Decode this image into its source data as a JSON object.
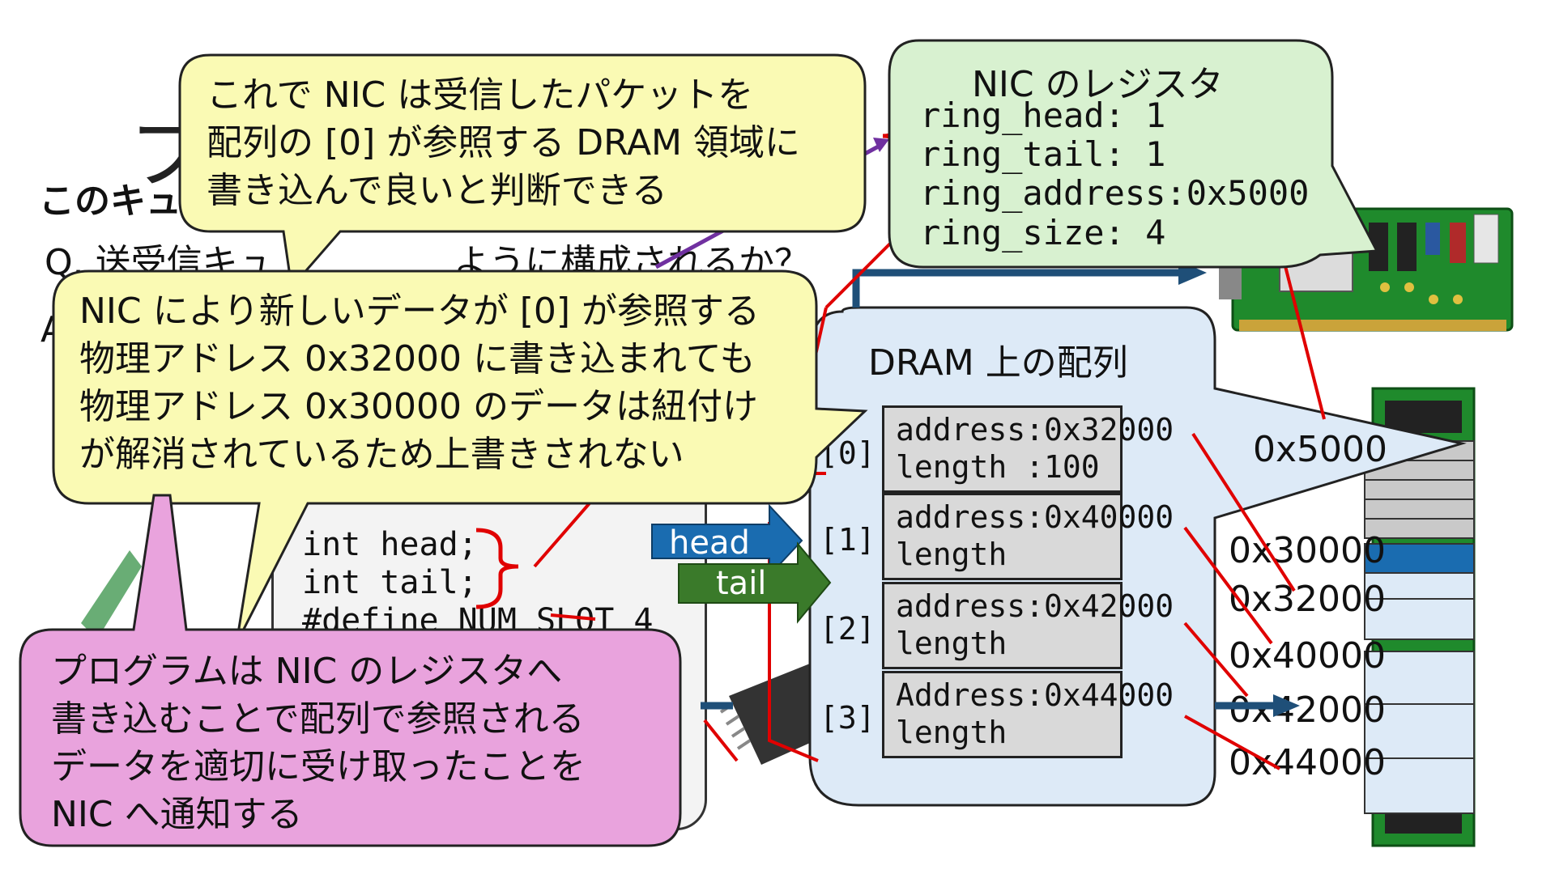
{
  "slide": {
    "title_glyph": "プ",
    "subtitle": "このキュ",
    "question_prefix": "Q. 送受信キュ",
    "question_suffix": "ように構成されるか？",
    "answer_prefix": "A"
  },
  "nic_registers": {
    "title": "NIC のレジスタ",
    "ring_head": "ring_head: 1",
    "ring_tail": "ring_tail: 1",
    "ring_address": "ring_address:0x5000",
    "ring_size": "ring_size: 4"
  },
  "dram_array": {
    "title": "DRAM 上の配列",
    "slots": [
      {
        "index": "[0]",
        "address": "address:0x32000",
        "length": "length :100"
      },
      {
        "index": "[1]",
        "address": "address:0x40000",
        "length": "length"
      },
      {
        "index": "[2]",
        "address": "address:0x42000",
        "length": "length"
      },
      {
        "index": "[3]",
        "address": "Address:0x44000",
        "length": "length"
      }
    ]
  },
  "memory_labels": [
    "0x5000",
    "0x30000",
    "0x32000",
    "0x40000",
    "0x42000",
    "0x44000"
  ],
  "code": {
    "line1": "int head;",
    "line2": "int tail;",
    "line3": "#define NUM SLOT 4"
  },
  "pointers": {
    "head": "head",
    "tail": "tail"
  },
  "callouts": {
    "nic_write": [
      "これで NIC は受信したパケットを",
      "配列の [0] が参照する DRAM 領域に",
      "書き込んで良いと判断できる"
    ],
    "overwrite": [
      "NIC により新しいデータが [0] が参照する",
      "物理アドレス 0x32000 に書き込まれても",
      "物理アドレス 0x30000 のデータは紐付け",
      "が解消されているため上書きされない"
    ],
    "program_notify": [
      "プログラムは NIC のレジスタへ",
      "書き込むことで配列で参照される",
      "データを適切に受け取ったことを",
      "NIC へ通知する"
    ]
  },
  "colors": {
    "callout_yellow": "#fafab4",
    "register_green": "#d8f1d0",
    "dram_blue": "#ddeaf7",
    "program_pink": "#e9a3dd",
    "head_blue": "#1a6cb0",
    "tail_green": "#3a7a2a",
    "pointer_line": "#e00000"
  }
}
